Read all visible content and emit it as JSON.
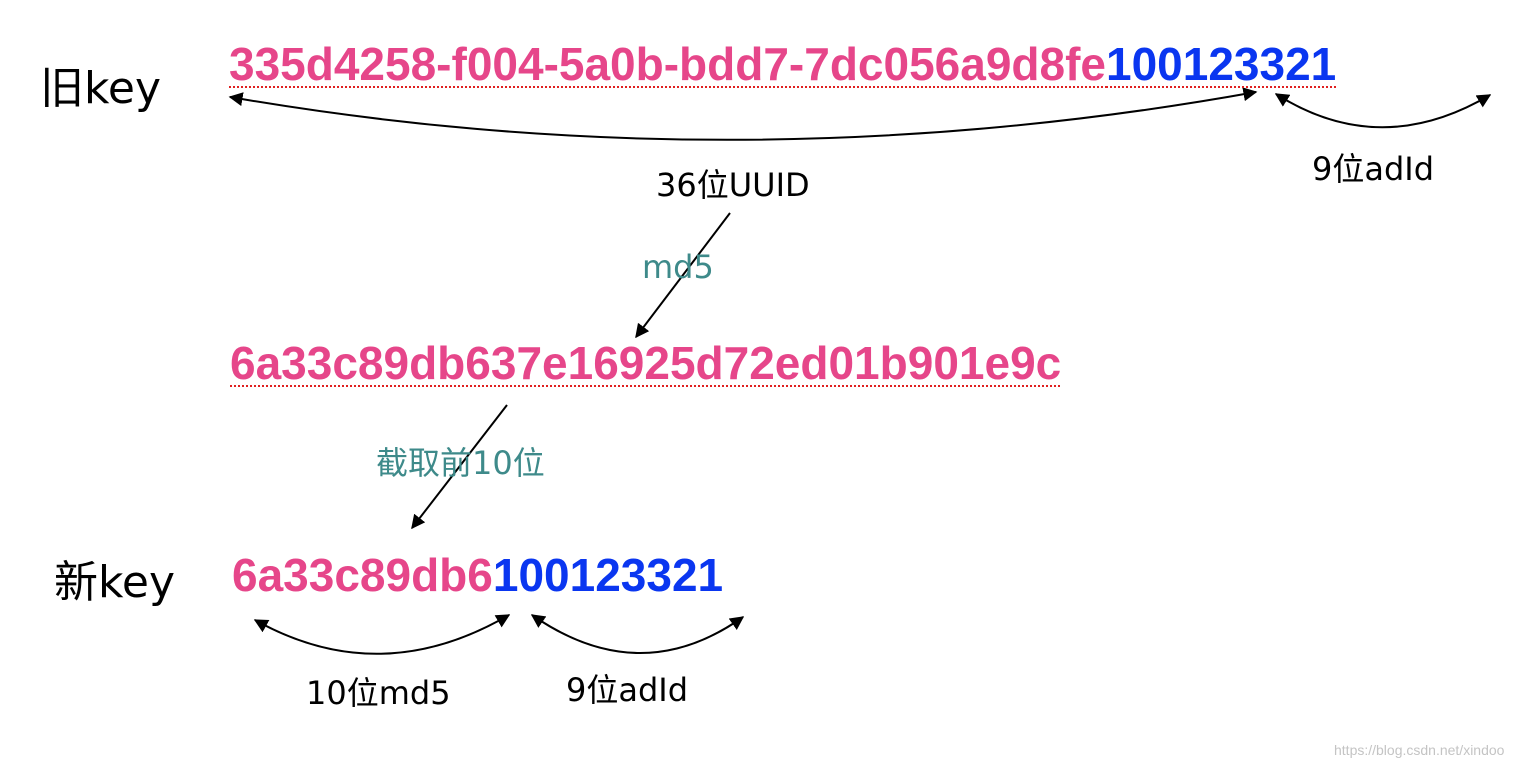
{
  "old_key": {
    "label": "旧key",
    "uuid_part": "335d4258-f004-5a0b-bdd7-7dc056a9d8fe",
    "adid_part": "100123321",
    "uuid_caption": "36位UUID",
    "adid_caption": "9位adId"
  },
  "step_md5": {
    "label": "md5",
    "result": "6a33c89db637e16925d72ed01b901e9c"
  },
  "step_truncate": {
    "label": "截取前10位"
  },
  "new_key": {
    "label": "新key",
    "md5_part": "6a33c89db6",
    "adid_part": "100123321",
    "md5_caption": "10位md5",
    "adid_caption": "9位adId"
  },
  "watermark": "https://blog.csdn.net/xindoo",
  "colors": {
    "uuid_pink": "#e6468a",
    "adid_blue": "#0a36f0",
    "step_teal": "#3e8a8a"
  }
}
